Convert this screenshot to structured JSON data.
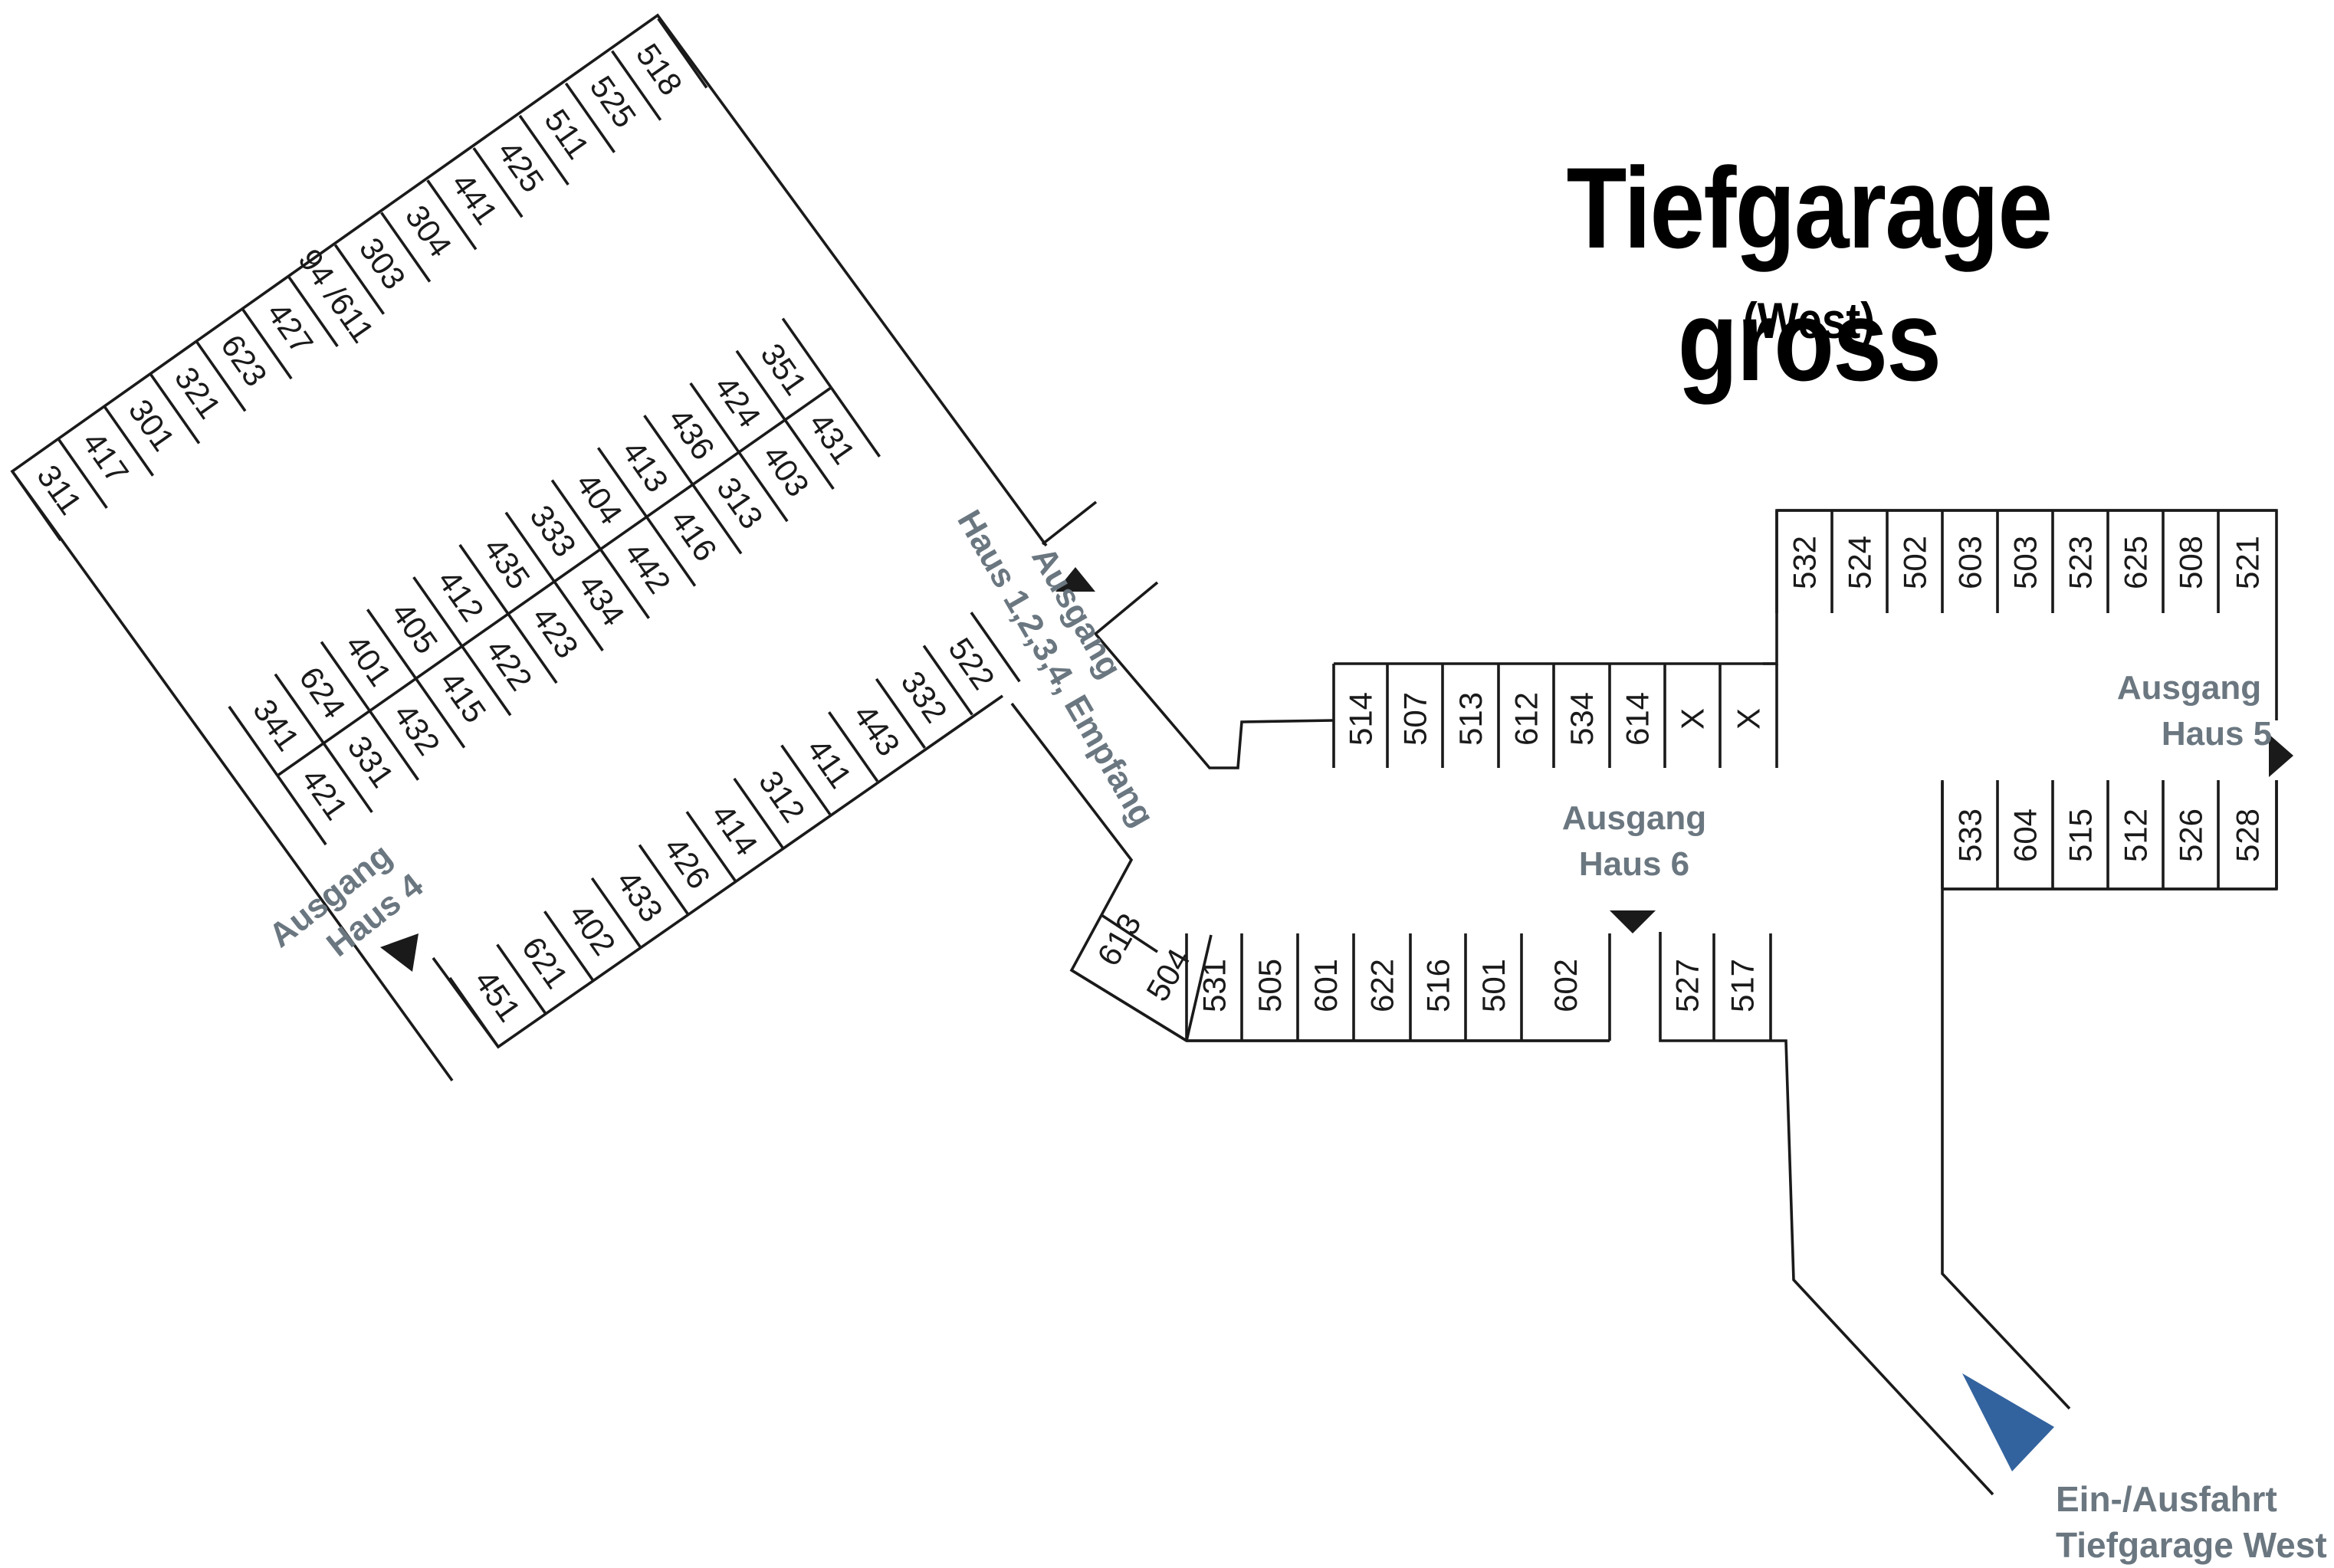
{
  "title": "Tiefgarage gross",
  "subtitle": "(West)",
  "colors": {
    "label": "#6b7780",
    "arrow": "#1a1a1a",
    "entry_arrow": "#33639e",
    "line": "#1a1a1a"
  },
  "exits": {
    "haus_1_4": {
      "line1": "Ausgang",
      "line2": "Haus 1,2,3,4, Empfang"
    },
    "haus_4": {
      "line1": "Ausgang",
      "line2": "Haus 4"
    },
    "haus_5": {
      "line1": "Ausgang",
      "line2": "Haus 5"
    },
    "haus_6": {
      "line1": "Ausgang",
      "line2": "Haus 6"
    }
  },
  "entrance": {
    "line1": "Ein-/Ausfahrt",
    "line2": "Tiefgarage West"
  },
  "spots": {
    "west_outer": [
      "311",
      "417",
      "301",
      "321",
      "623",
      "427",
      "94 /611",
      "303",
      "304",
      "441",
      "425",
      "511",
      "525",
      "518"
    ],
    "west_mid_upper": [
      "341",
      "624",
      "401",
      "405",
      "412",
      "435",
      "333",
      "404",
      "413",
      "436",
      "424",
      "351"
    ],
    "west_mid_lower": [
      "421",
      "331",
      "432",
      "415",
      "422",
      "423",
      "434",
      "442",
      "416",
      "313",
      "403",
      "431"
    ],
    "west_inner": [
      "451",
      "621",
      "402",
      "433",
      "426",
      "414",
      "312",
      "411",
      "443",
      "332",
      "522"
    ],
    "corner": [
      "613",
      "504"
    ],
    "center_bottom": [
      "531",
      "505",
      "601",
      "622",
      "516",
      "501",
      "602",
      "527",
      "517"
    ],
    "center_top": [
      "514",
      "507",
      "513",
      "612",
      "534",
      "614",
      "X",
      "X"
    ],
    "east_top": [
      "532",
      "524",
      "502",
      "603",
      "503",
      "523",
      "625",
      "508",
      "521"
    ],
    "east_bottom": [
      "533",
      "604",
      "515",
      "512",
      "526",
      "528"
    ]
  }
}
